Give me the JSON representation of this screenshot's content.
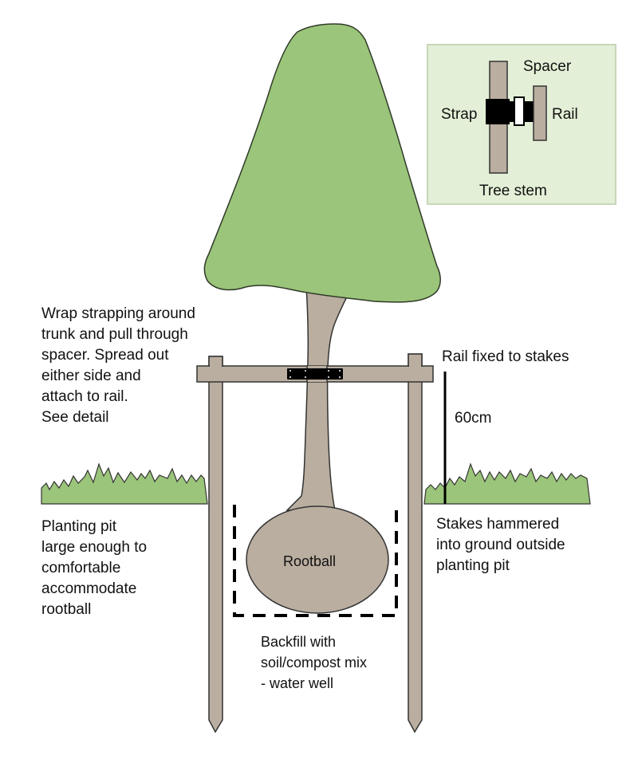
{
  "title": "Tree staking with rail and strap diagram",
  "colors": {
    "foliage": "#9bc57a",
    "foliage_outline": "#2f3a28",
    "wood": "#baaea0",
    "wood_outline": "#333333",
    "grass": "#9bc57a",
    "strap": "#000000",
    "detail_bg": "#e3efd6",
    "detail_border": "#c5d3b5"
  },
  "detail_box": {
    "labels": {
      "spacer": "Spacer",
      "strap": "Strap",
      "rail": "Rail",
      "tree_stem": "Tree stem"
    }
  },
  "annotations": {
    "strapping": [
      "Wrap strapping around",
      "trunk and pull through",
      "spacer. Spread out",
      "either side and",
      "attach to rail.",
      "See detail"
    ],
    "rail_fixed": "Rail fixed to stakes",
    "height_measure": "60cm",
    "stakes": [
      "Stakes hammered",
      "into ground outside",
      "planting pit"
    ],
    "planting_pit": [
      "Planting pit",
      "large enough to",
      "comfortable",
      "accommodate",
      "rootball"
    ],
    "rootball": "Rootball",
    "backfill": [
      "Backfill with",
      "soil/compost mix",
      "- water well"
    ]
  }
}
